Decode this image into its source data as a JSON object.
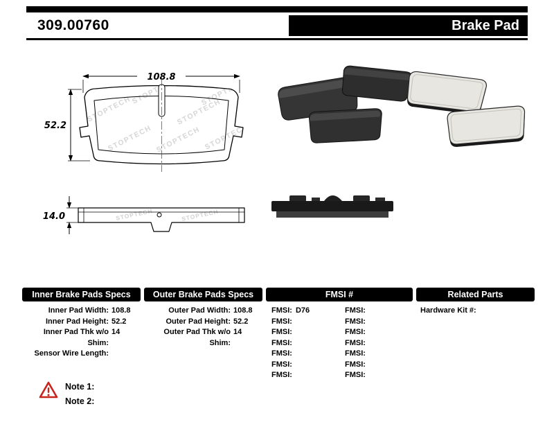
{
  "header": {
    "part_number": "309.00760",
    "title": "Brake Pad"
  },
  "colors": {
    "header_bg": "#000000",
    "warning_red": "#c9241b"
  },
  "drawing": {
    "width_dim": "108.8",
    "height_dim": "52.2",
    "thickness_dim": "14.0",
    "watermark": "STOPTECH"
  },
  "table": {
    "inner": {
      "header": "Inner Brake Pads Specs",
      "rows": [
        {
          "label": "Inner Pad Width:",
          "value": "108.8"
        },
        {
          "label": "Inner Pad Height:",
          "value": "52.2"
        },
        {
          "label": "Inner Pad Thk w/o Shim:",
          "value": "14"
        },
        {
          "label": "Sensor Wire Length:",
          "value": ""
        }
      ]
    },
    "outer": {
      "header": "Outer Brake Pads Specs",
      "rows": [
        {
          "label": "Outer Pad Width:",
          "value": "108.8"
        },
        {
          "label": "Outer Pad Height:",
          "value": "52.2"
        },
        {
          "label": "Outer Pad Thk w/o Shim:",
          "value": "14"
        }
      ]
    },
    "fmsi": {
      "header": "FMSI #",
      "rows": [
        {
          "l1": "FMSI:",
          "v1": "D76",
          "l2": "FMSI:",
          "v2": ""
        },
        {
          "l1": "FMSI:",
          "v1": "",
          "l2": "FMSI:",
          "v2": ""
        },
        {
          "l1": "FMSI:",
          "v1": "",
          "l2": "FMSI:",
          "v2": ""
        },
        {
          "l1": "FMSI:",
          "v1": "",
          "l2": "FMSI:",
          "v2": ""
        },
        {
          "l1": "FMSI:",
          "v1": "",
          "l2": "FMSI:",
          "v2": ""
        },
        {
          "l1": "FMSI:",
          "v1": "",
          "l2": "FMSI:",
          "v2": ""
        },
        {
          "l1": "FMSI:",
          "v1": "",
          "l2": "FMSI:",
          "v2": ""
        }
      ]
    },
    "related": {
      "header": "Related Parts",
      "rows": [
        {
          "label": "Hardware Kit #:",
          "value": ""
        }
      ]
    }
  },
  "notes": {
    "note1": "Note 1:",
    "note2": "Note 2:"
  }
}
